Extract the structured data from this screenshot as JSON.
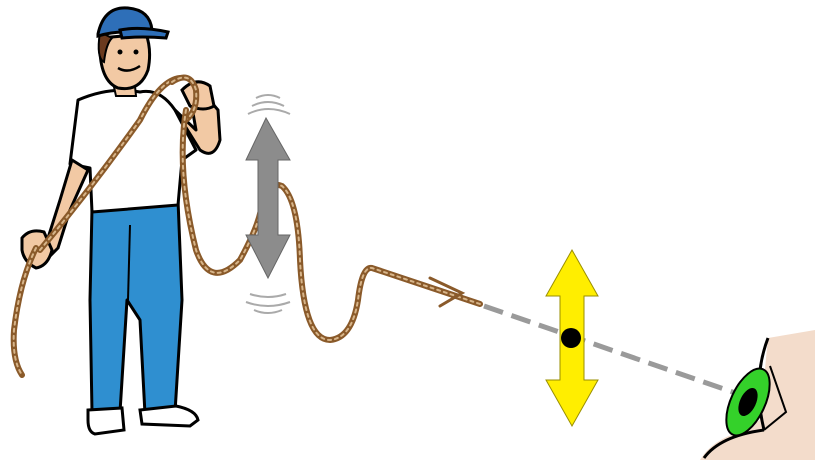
{
  "figure": {
    "elements": [
      "person-holding-rope",
      "rope-wave",
      "vibration-arrow-gray",
      "light-ray-dashed",
      "vibration-arrow-yellow",
      "eye"
    ],
    "colors": {
      "shirt": "#ffffff",
      "jeans": "#2f8fd0",
      "cap": "#2e6fb8",
      "skin": "#f2c9a4",
      "rope": "#8a5a2a",
      "rope_highlight": "#d7b58a",
      "gray_arrow": "#8c8c8c",
      "dashed_ray": "#9a9a9a",
      "yellow_arrow": "#ffee00",
      "iris": "#34d12a",
      "pupil": "#000000",
      "eye_skin": "#f3dccb"
    }
  }
}
